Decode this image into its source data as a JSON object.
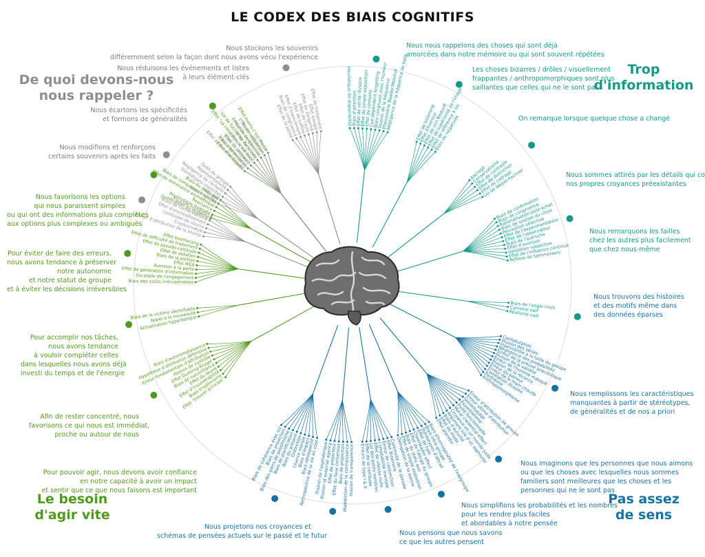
{
  "title": "LE CODEX DES BIAIS COGNITIFS",
  "colors": {
    "memory": "#8e8e8e",
    "info": "#14998a",
    "meaning": "#1672a3",
    "speed": "#4f9a1c"
  },
  "quadrants": {
    "memory": "De quoi devons-nous\nnous rappeler ?",
    "info": "Trop\nd'information",
    "speed": "Le besoin\nd'agir vite",
    "meaning": "Pas assez\nde sens"
  },
  "categories": [
    {
      "group": "memory",
      "text": "Nous stockons les souvenirs\ndifféremment selon la façon dont nous avons vécu l'expérience"
    },
    {
      "group": "memory",
      "text": "Nous réduisons les événements et listes\nà leurs élément-clés"
    },
    {
      "group": "memory",
      "text": "Nous écartons les spécificités\net formons de généralités"
    },
    {
      "group": "memory",
      "text": "Nous modifions et renforçons\ncertains souvenirs après les faits"
    },
    {
      "group": "info",
      "text": "Nous nous rappelons des choses qui sont déjà\namorcées dans notre mémoire ou qui sont souvent répétées"
    },
    {
      "group": "info",
      "text": "Les choses bizarres / drôles / visuellement\nfrappantes / anthropomorphiques sont plus\nsaillantes que celles qui ne le sont pas"
    },
    {
      "group": "info",
      "text": "On remarque lorsque quelque chose a changé"
    },
    {
      "group": "info",
      "text": "Nous sommes attirés par les détails qui confirment\nnos propres croyances préexistantes"
    },
    {
      "group": "info",
      "text": "Nous remarquons les failles\nchez les autres plus facilement\nque chez nous-même"
    },
    {
      "group": "meaning",
      "text": "Nous trouvons des histoires\net des motifs même dans\ndes données éparses"
    },
    {
      "group": "meaning",
      "text": "Nous remplissons les caractéristiques\nmanquantes à partir de stéréotypes,\nde généralités et de nos a priori"
    },
    {
      "group": "meaning",
      "text": "Nous imaginons que les personnes que nous aimons\nou que les choses avec lesquelles nous sommes\nfamiliers sont meilleures que les choses et les\npersonnes qui ne le sont pas"
    },
    {
      "group": "meaning",
      "text": "Nous simplifions les probabilités et les nombres\npour les rendre plus faciles\net abordables à notre pensée"
    },
    {
      "group": "meaning",
      "text": "Nous pensons que nous savons\nce que les autres pensent"
    },
    {
      "group": "meaning",
      "text": "Nous projetons nos croyances et\nschémas de pensées actuels sur le passé et le futur"
    },
    {
      "group": "speed",
      "text": "Pour pouvoir agir, nous devons avoir confiance\nen notre capacité à avoir un impact\net sentir que ce que nous faisons est important"
    },
    {
      "group": "speed",
      "text": "Afin de rester concentré, nous\nfavorisons ce qui nous est immédiat,\nproche ou autour de nous"
    },
    {
      "group": "speed",
      "text": "Pour accomplir nos tâches,\nnous avons tendance\nà vouloir compléter celles\ndans lesquelles nous avons déjà\ninvesti du temps et de l'énergie"
    },
    {
      "group": "speed",
      "text": "Pour éviter de faire des erreurs,\nnous avons tendance à préserver\nnotre autonomie\net notre statut de groupe\net à éviter les décisions irréversibles"
    },
    {
      "group": "speed",
      "text": "Nous favorisons les options\nqui nous paraissent simples\nou qui ont des informations plus complètes\naux options plus complexes ou ambiguës"
    }
  ],
  "biases": [
    {
      "cat": 4,
      "items": [
        "Heuristique de disponibilité",
        "Biais d'attention",
        "Effet de vérité illusoire",
        "Effet de simple exposition",
        "Effet de contexte",
        "Cue-dependent forgetting",
        "Biais congruent avec l'humeur",
        "Illusion de la fréquence",
        "Phénomène Baader-Meinhof",
        "Négligence de la fréquence de base"
      ]
    },
    {
      "cat": 5,
      "items": [
        "Effet de bizarrerie",
        "Effet d'humour",
        "Effet de von Restorff",
        "Effet de supériorité de l'image",
        "Effet de référence à soi",
        "Biais de négativité"
      ]
    },
    {
      "cat": 6,
      "items": [
        "Ancrage",
        "Conservatisme",
        "Effet de contraste",
        "Effet de distinction",
        "Effet de cadrage",
        "Loi de Weber-Fechner"
      ]
    },
    {
      "cat": 7,
      "items": [
        "Biais de confirmation",
        "Biais de congruence",
        "Rationalisation post-achat",
        "Biais de soutien du choix",
        "Perception sélective",
        "Effet de l'expérimentateur",
        "Effet de l'observateur",
        "Biais de l'autruche",
        "Effet d'aversion",
        "Validation subjective",
        "Effet de l'influence continue",
        "Réflexe de Semmelweis"
      ]
    },
    {
      "cat": 8,
      "items": [
        "Biais de l'angle mort",
        "Cynisme naïf",
        "Réalisme naïf"
      ]
    },
    {
      "cat": 9,
      "items": [
        "Confabulation",
        "Illusion des séries",
        "Insensibilité à la taille du groupe",
        "Négligence des probabilités",
        "Erreur de la preuve anecdotique",
        "Illusion de la validité",
        "Erreur de l'homme masqué",
        "Illusion de la récence",
        "Erreur du parieur",
        "Erreur de la main chaude",
        "Corrélation illusoire",
        "Paréidolie",
        "Anthropomorphisme"
      ]
    },
    {
      "cat": 10,
      "items": [
        "Erreur d'attribution de groupe",
        "Erreur ultime d'attribution",
        "Stéréotypage",
        "Essentialisme",
        "Fixité fonctionnelle",
        "Moral credential effect",
        "Croyance en un monde juste",
        "Argument tiré d'un sophisme",
        "Biais d'autorité",
        "Effet de mode",
        "Effet placebo"
      ]
    },
    {
      "cat": 11,
      "items": [
        "Biais d'homogénéité de l'exogroupe",
        "Biais intra-groupe",
        "Stéréotypes d'attrait",
        "Effet de halo",
        "Cheerleader effect",
        "Effet de l'attrait du groupe",
        "Biais du statu quo",
        "Effet de simple exposition",
        "Dérogation de la norme"
      ]
    },
    {
      "cat": 12,
      "items": [
        "Continuité de la pensée",
        "Effet Bizarrerie",
        "Erreur de conjonction",
        "Comptabilité mentale",
        "Effet de vitesse nulle",
        "Loi des petits nombres",
        "Effet de la certitude",
        "Erreurs de type I & II"
      ]
    },
    {
      "cat": 13,
      "items": [
        "Illusion de transparence",
        "Malédiction de la connaissance",
        "Biais de projection",
        "Effet du faux consensus",
        "Effet de projecteur",
        "Illusion of external agency",
        "Illusion de l'asymétrique"
      ]
    },
    {
      "cat": 14,
      "items": [
        "Rétrospective de la vie en rose",
        "Biais rétrospectif",
        "Biais d'impact",
        "Chance morale",
        "Distinction",
        "Biais du présent",
        "Biais de planification",
        "Biais des gains de pessimisme",
        "Biais de projection",
        "Biais de cohérence avec soi"
      ]
    },
    {
      "cat": 15,
      "items": [
        "Effet \"trouver principe\"",
        "Biais d'optimisme",
        "Effet d'invulnérabilité",
        "Effet du leurre",
        "Biais de surconfiance",
        "Effet Dunning-Kruger",
        "Illusion de contrôle",
        "Erreur fondamentale d'attribution",
        "Hypothèse d'attribution défensive",
        "Biais d'autocomplaisance"
      ]
    },
    {
      "cat": 16,
      "items": [
        "Actualisation hyperbolique",
        "Appel à la nouveauté",
        "Biais de la victime identifiable"
      ]
    },
    {
      "cat": 17,
      "items": [
        "Biais des coûts irrécupérables",
        "Escalade de l'engagement",
        "Effet de génération d'information",
        "Aversion à la perte",
        "Effet IKEA",
        "Biais de la portion",
        "Effet de dotation",
        "Effet de pseudo-certitude",
        "Effet de difficulté de traitement",
        "Effet boomerang"
      ]
    },
    {
      "cat": 18,
      "items": [
        "Justification du système",
        "Psychologie inversée",
        "Réactance",
        "Effet de dominance asymétrique",
        "Biais de comparaison sociale",
        "Biais du statu quo"
      ]
    },
    {
      "cat": 19,
      "items": [
        "Effet d'ambiguïté",
        "Biais d'information",
        "Biais de croyance",
        "Effet \"ça rime donc c'est bon\"",
        "Loi de futilité de Parkinson",
        "Erreur de conjonction",
        "Rasoir d'Ockham",
        "Effet moins-c'est-mieux"
      ]
    },
    {
      "cat": 0,
      "items": [
        "Effet de la pente",
        "Biais de congruence",
        "Effet d'espacement",
        "Effet de suffixe",
        "Effet de l'ouïe",
        "Effet de Zeigarnik",
        "Effet Google",
        "Effet de traitement"
      ]
    },
    {
      "cat": 1,
      "items": [
        "Effet de position sérielle",
        "Biais de modalité",
        "Effet de primauté",
        "Effet de récence",
        "Effet de la liste",
        "Modèle de mémoire",
        "Effet de suggestion",
        "Pic-fin"
      ]
    },
    {
      "cat": 2,
      "items": [
        "Biais implicite",
        "Préjugés",
        "Stéréotypes implicites",
        "Négligence de l'échelle",
        "Représentativité",
        "Oubli du groupe"
      ]
    },
    {
      "cat": 3,
      "items": [
        "Erreur d'attribution de la source",
        "Cryptomnésie",
        "Confusion de source",
        "Effet d'enchevêtrement",
        "Biais de conservatisme",
        "Fausses mémoires"
      ]
    }
  ]
}
